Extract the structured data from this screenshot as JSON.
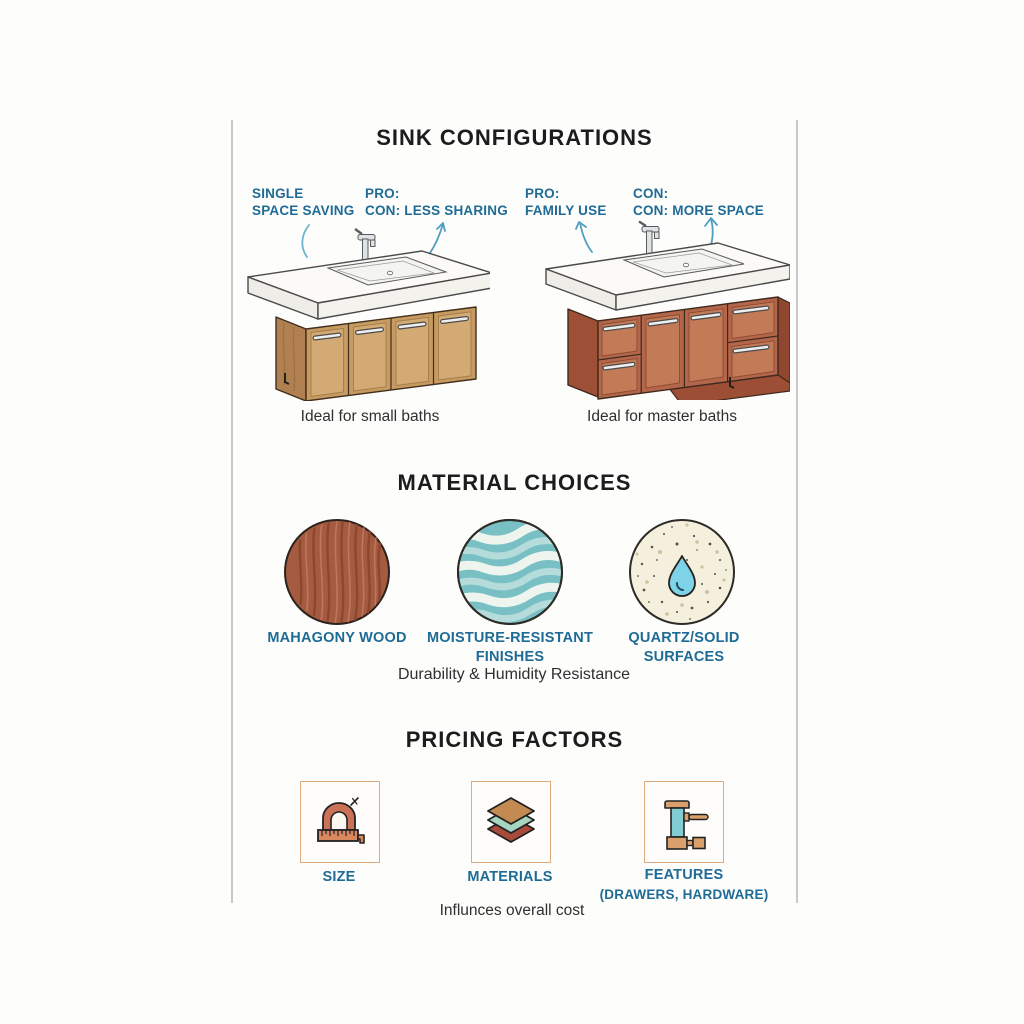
{
  "sink_configurations": {
    "title": "SINK CONFIGURATIONS",
    "annotations": [
      {
        "line1": "SINGLE",
        "line2": "SPACE SAVING"
      },
      {
        "line1": "PRO:",
        "line2": "CON: LESS SHARING"
      },
      {
        "line1": "PRO:",
        "line2": "FAMILY USE"
      },
      {
        "line1": "CON:",
        "line2": "CON: MORE SPACE"
      }
    ],
    "vanities": [
      {
        "caption": "Ideal for small baths"
      },
      {
        "caption": "Ideal for master baths"
      }
    ]
  },
  "material_choices": {
    "title": "MATERIAL CHOICES",
    "materials": [
      {
        "lines": [
          "MAHAGONY WOOD"
        ]
      },
      {
        "lines": [
          "MOISTURE-RESISTANT",
          "FINISHES"
        ]
      },
      {
        "lines": [
          "QUARTZ/SOLID SURFACES"
        ]
      }
    ],
    "caption": "Durability & Humidity Resistance"
  },
  "pricing_factors": {
    "title": "PRICING FACTORS",
    "factors": [
      {
        "lines": [
          "SIZE"
        ],
        "icon": "measuring-tape-icon"
      },
      {
        "lines": [
          "MATERIALS"
        ],
        "icon": "layered-materials-icon"
      },
      {
        "lines": [
          "FEATURES",
          "(DRAWERS, HARDWARE)"
        ],
        "icon": "cabinet-hardware-icon"
      }
    ],
    "caption": "Influnces overall cost"
  },
  "colors": {
    "accent_blue": "#1e6b96",
    "arrow_blue": "#5aa9c6",
    "heading": "#1c1c1c",
    "caption_text": "#2f2f2f",
    "wood_tan": "#c79a62",
    "wood_red": "#b4664a",
    "divider_gray": "#c9c9c9",
    "factor_box_border": "#ddab7e"
  }
}
